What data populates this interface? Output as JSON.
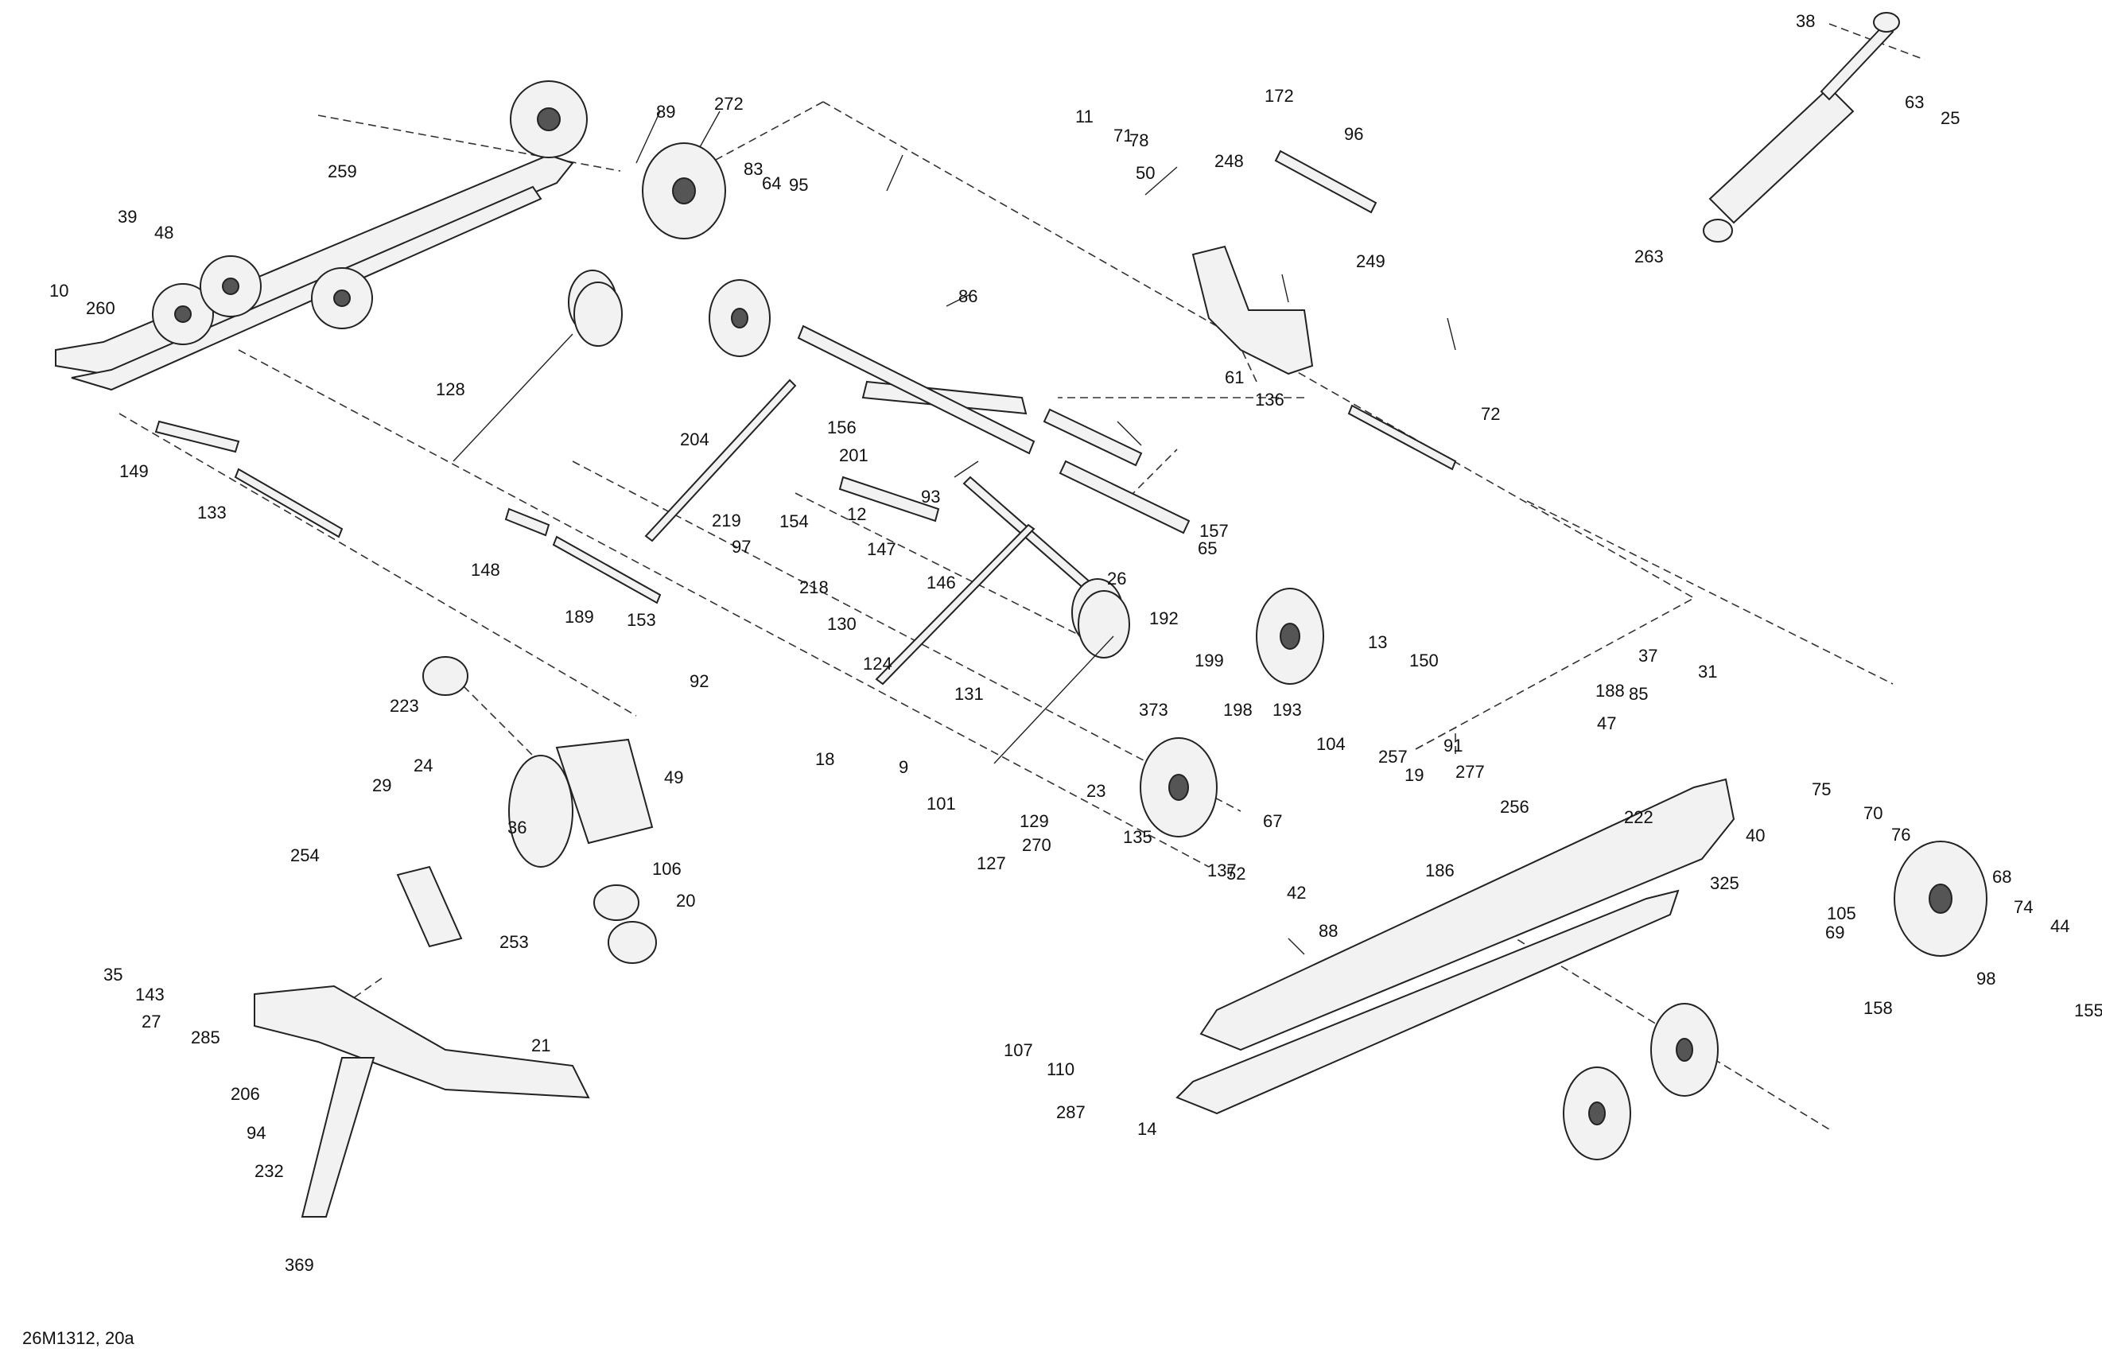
{
  "diagram": {
    "code": "26M1312, 20a",
    "callouts": [
      "38",
      "25",
      "63",
      "263",
      "11",
      "71",
      "78",
      "50",
      "172",
      "96",
      "248",
      "61",
      "136",
      "249",
      "72",
      "89",
      "272",
      "83",
      "64",
      "95",
      "259",
      "39",
      "48",
      "10",
      "260",
      "86",
      "128",
      "149",
      "133",
      "201",
      "204",
      "156",
      "12",
      "147",
      "146",
      "93",
      "26",
      "157",
      "65",
      "192",
      "199",
      "198",
      "13",
      "150",
      "193",
      "104",
      "257",
      "19",
      "219",
      "154",
      "97",
      "218",
      "153",
      "92",
      "148",
      "189",
      "130",
      "124",
      "131",
      "18",
      "9",
      "101",
      "127",
      "129",
      "270",
      "23",
      "373",
      "135",
      "137",
      "52",
      "88",
      "91",
      "37",
      "31",
      "85",
      "188",
      "277",
      "47",
      "186",
      "40",
      "222",
      "42",
      "256",
      "67",
      "325",
      "75",
      "70",
      "76",
      "105",
      "69",
      "68",
      "74",
      "44",
      "98",
      "155",
      "158",
      "223",
      "24",
      "29",
      "254",
      "36",
      "49",
      "106",
      "20",
      "253",
      "35",
      "143",
      "27",
      "285",
      "21",
      "206",
      "94",
      "232",
      "369",
      "107",
      "110",
      "287",
      "14"
    ]
  }
}
